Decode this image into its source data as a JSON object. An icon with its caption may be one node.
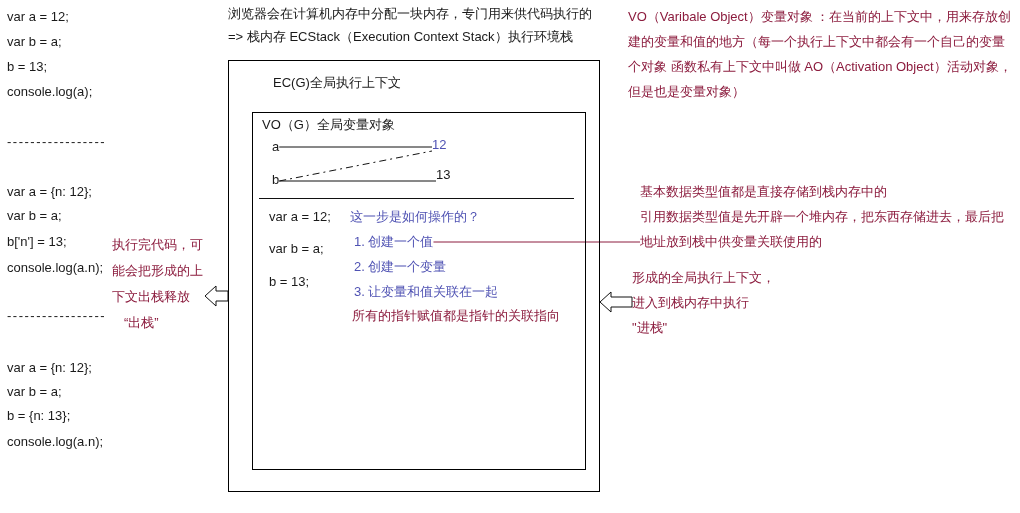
{
  "diagram": {
    "nodes": [
      {
        "text": [
          "执行完代码，可能会把形成的上下文出栈释放",
          "“出栈”"
        ]
      },
      {
        "text": [
          "EC(G)全局执行上下文"
        ]
      },
      {
        "text": [
          "VO（G）全局变量对象"
        ],
        "in": 1
      },
      {
        "text": [
          "a"
        ],
        "in": 2
      },
      {
        "text": [
          "12"
        ],
        "in": 2
      },
      {
        "text": [
          "b"
        ],
        "in": 2
      },
      {
        "text": [
          "13"
        ],
        "in": 2
      },
      {
        "text": [
          "1. 创建一个值"
        ],
        "in": 2
      },
      {
        "text": [
          "基本数据类型值都是直接存储到栈内存中的",
          "引用数据类型值是先开辟一个堆内存，把东西存储进去，最后把地址放到栈中供变量关联使用的"
        ]
      },
      {
        "text": [
          "形成的全局执行上下文，进入到栈内存中执行",
          "\"进栈\""
        ]
      }
    ],
    "edges": [
      {
        "from": 3,
        "to": 4,
        "arrow": "none"
      },
      {
        "from": 5,
        "to": 6,
        "arrow": "none"
      },
      {
        "from": 5,
        "to": 4,
        "arrow": "none",
        "style": "dashed"
      },
      {
        "from": 7,
        "to": 8,
        "arrow": "none",
        "color": "#8c1c3e"
      },
      {
        "from": 9,
        "to": 1,
        "arrow": "to"
      },
      {
        "from": 1,
        "to": 0,
        "arrow": "to"
      }
    ],
    "labels": [
      "浏览器会在计算机内存中分配一块内存，专门用来供代码执行的",
      "=> 栈内存 ECStack（Execution Context Stack）执行环境栈",
      "VO（Varibale Object）变量对象 ：在当前的上下文中，用来存放创建的变量和值的地方（每一个执行上下文中都会有一个自己的变量个对象 函数私有上下文中叫做 AO（Activation Object）活动对象，但是也是变量对象）",
      "var a = 12;",
      "var b = a;",
      "b = 13;",
      "console.log(a);",
      "-----------------",
      "var a = {n: 12};",
      "var b = a;",
      "b['n'] = 13;",
      "console.log(a.n);",
      "-----------------",
      "var a = {n: 12};",
      "var b = a;",
      "b = {n: 13};",
      "console.log(a.n);",
      "var a = 12;",
      "var b = a;",
      "b = 13;",
      "这一步是如何操作的？",
      "2. 创建一个变量",
      "3. 让变量和值关联在一起",
      "所有的指针赋值都是指针的关联指向"
    ]
  }
}
